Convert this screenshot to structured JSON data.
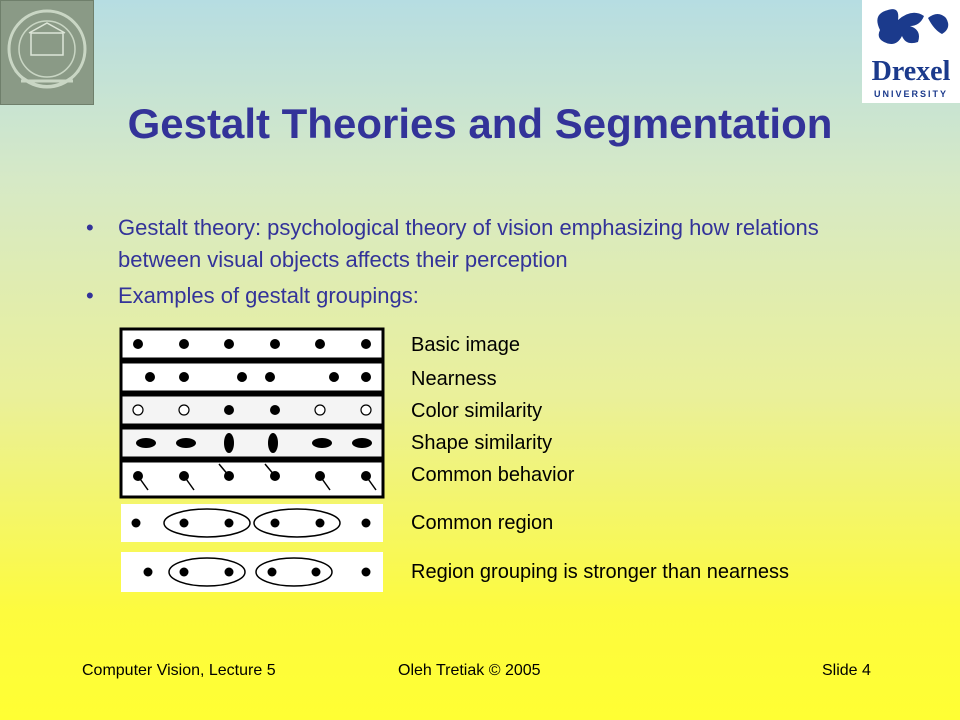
{
  "slide": {
    "title": "Gestalt Theories and Segmentation",
    "bullets": [
      "Gestalt theory: psychological theory of vision emphasizing how relations between visual objects affects their perception",
      "Examples of gestalt groupings:"
    ],
    "bullet_glyph": "•",
    "grouping_labels": [
      "Basic image",
      "Nearness",
      "Color similarity",
      "Shape similarity",
      "Common behavior",
      "Common region",
      "Region grouping is stronger than nearness"
    ],
    "footer": {
      "left": "Computer Vision, Lecture 5",
      "center": "Oleh Tretiak © 2005",
      "right": "Slide 4"
    },
    "logos": {
      "left": "university-seal",
      "right_word": "Drexel",
      "right_subword": "UNIVERSITY"
    }
  },
  "colors": {
    "title": "#333399",
    "bullets": "#333399",
    "logo_blue": "#1b3a8c"
  }
}
